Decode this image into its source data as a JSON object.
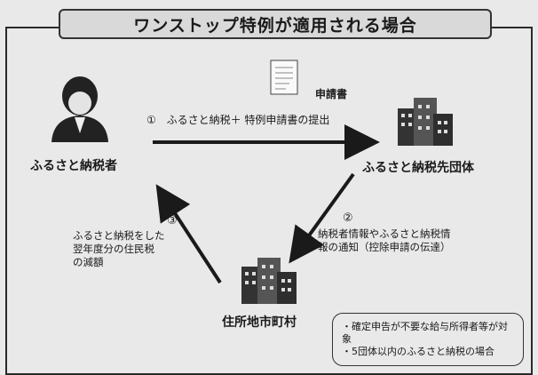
{
  "title": "ワンストップ特例が適用される場合",
  "nodes": {
    "taxpayer": "ふるさと納税者",
    "destination": "ふるさと納税先団体",
    "residence": "住所地市町村"
  },
  "document_label": "申請書",
  "steps": {
    "step1": {
      "num": "①",
      "text": "ふるさと納税＋ 特例申請書の提出"
    },
    "step2": {
      "num": "②",
      "line1": "納税者情報やふるさと納税情",
      "line2": "報の通知（控除申請の伝達）"
    },
    "step3": {
      "num": "③",
      "line1": "ふるさと納税をした",
      "line2": "翌年度分の住民税",
      "line3": "の減額"
    }
  },
  "notes": [
    "・確定申告が不要な給与所得者等が対象",
    "・5団体以内のふるさと納税の場合"
  ]
}
